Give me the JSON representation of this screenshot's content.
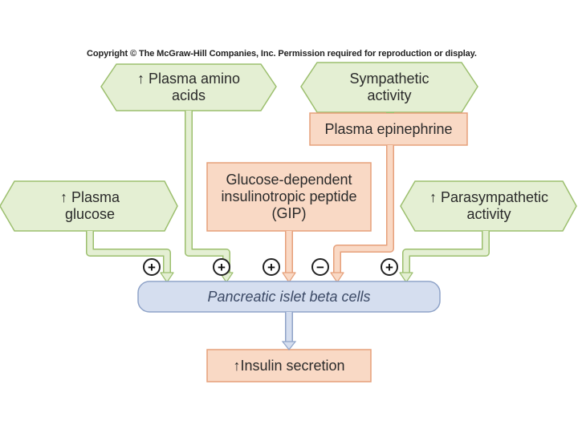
{
  "copyright": "Copyright © The McGraw-Hill Companies, Inc. Permission required for reproduction or display.",
  "nodes": {
    "plasma_amino_acids": "↑ Plasma amino\nacids",
    "sympathetic_activity": "Sympathetic\nactivity",
    "plasma_epinephrine": "Plasma epinephrine",
    "plasma_glucose": "↑ Plasma\nglucose",
    "gip": "Glucose-dependent\ninsulinotropic peptide\n(GIP)",
    "parasympathetic_activity": "↑ Parasympathetic\nactivity",
    "beta_cells": "Pancreatic islet beta cells",
    "insulin_secretion": "↑Insulin secretion"
  },
  "signs": {
    "plasma_glucose": "+",
    "plasma_amino_acids": "+",
    "gip": "+",
    "plasma_epinephrine": "−",
    "parasympathetic_activity": "+"
  },
  "colors": {
    "green_fill": "#e4efd3",
    "green_stroke": "#9cbf6e",
    "orange_fill": "#f9d9c5",
    "orange_stroke": "#e6a07a",
    "blue_fill": "#d5deef",
    "blue_stroke": "#8fa3c8"
  }
}
